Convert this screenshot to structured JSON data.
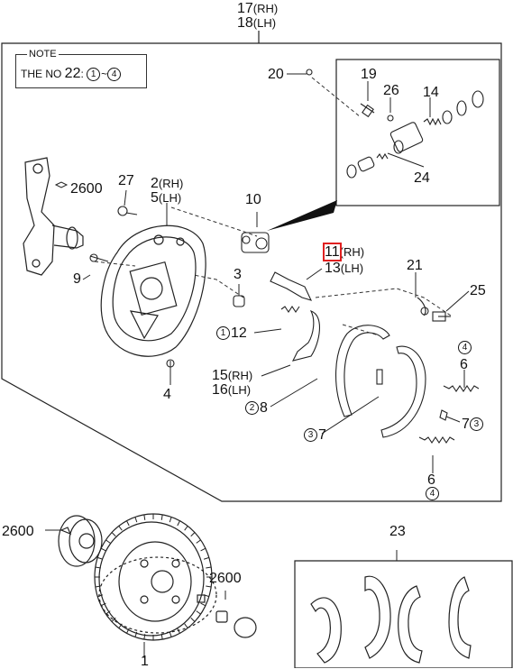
{
  "header": {
    "part_rh": "17",
    "rh_suffix": "(RH)",
    "part_lh": "18",
    "lh_suffix": "(LH)"
  },
  "note": {
    "title": "NOTE",
    "text_prefix": "THE NO ",
    "number": "22",
    "range_start": "1",
    "range_sep": "~",
    "range_end": "4"
  },
  "labels": {
    "p20": "20",
    "p19": "19",
    "p26": "26",
    "p14": "14",
    "p24": "24",
    "p2600a": "2600",
    "p27": "27",
    "p2": "2",
    "p5": "5",
    "rh": "(RH)",
    "lh": "(LH)",
    "p10": "10",
    "p11": "11",
    "p13": "13",
    "p9": "9",
    "p3": "3",
    "p21": "21",
    "p25": "25",
    "p12": "12",
    "c1": "1",
    "p4": "4",
    "p6a": "6",
    "c4a": "4",
    "p15": "15",
    "p16": "16",
    "p8": "8",
    "c2": "2",
    "p7a": "7",
    "c3a": "3",
    "p7b": "7",
    "c3b": "3",
    "p6b": "6",
    "c4b": "4",
    "p2600b": "2600",
    "p2600c": "2600",
    "p23": "23",
    "p1": "1"
  },
  "highlight": {
    "part": "11",
    "color": "#e02020"
  }
}
